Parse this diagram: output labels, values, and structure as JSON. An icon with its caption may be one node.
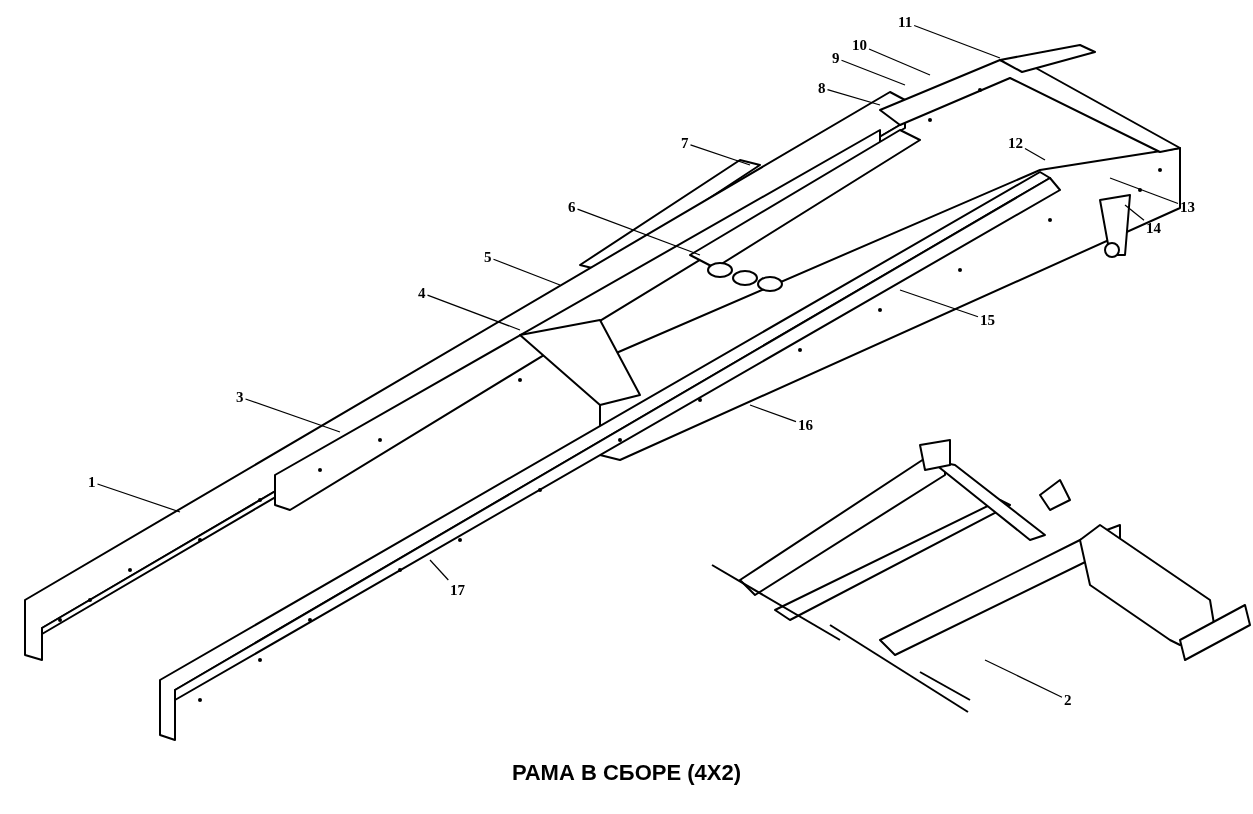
{
  "diagram": {
    "title": "РАМА В СБОРЕ (4X2)",
    "nodes": [
      {
        "text": [
          "1"
        ]
      },
      {
        "text": [
          "2"
        ]
      },
      {
        "text": [
          "3"
        ]
      },
      {
        "text": [
          "4"
        ]
      },
      {
        "text": [
          "5"
        ]
      },
      {
        "text": [
          "6"
        ]
      },
      {
        "text": [
          "7"
        ]
      },
      {
        "text": [
          "8"
        ]
      },
      {
        "text": [
          "9"
        ]
      },
      {
        "text": [
          "10"
        ]
      },
      {
        "text": [
          "11"
        ]
      },
      {
        "text": [
          "12"
        ]
      },
      {
        "text": [
          "13"
        ]
      },
      {
        "text": [
          "14"
        ]
      },
      {
        "text": [
          "15"
        ]
      },
      {
        "text": [
          "16"
        ]
      },
      {
        "text": [
          "17"
        ]
      }
    ],
    "edges": [
      {
        "from": 0,
        "to": null,
        "arrow": "none"
      },
      {
        "from": 1,
        "to": null,
        "arrow": "none"
      },
      {
        "from": 2,
        "to": null,
        "arrow": "none"
      },
      {
        "from": 3,
        "to": null,
        "arrow": "none"
      },
      {
        "from": 4,
        "to": null,
        "arrow": "none"
      },
      {
        "from": 5,
        "to": null,
        "arrow": "none"
      },
      {
        "from": 6,
        "to": null,
        "arrow": "none"
      },
      {
        "from": 7,
        "to": null,
        "arrow": "none"
      },
      {
        "from": 8,
        "to": null,
        "arrow": "none"
      },
      {
        "from": 9,
        "to": null,
        "arrow": "none"
      },
      {
        "from": 10,
        "to": null,
        "arrow": "none"
      },
      {
        "from": 11,
        "to": null,
        "arrow": "none"
      },
      {
        "from": 12,
        "to": null,
        "arrow": "none"
      },
      {
        "from": 13,
        "to": null,
        "arrow": "none"
      },
      {
        "from": 14,
        "to": null,
        "arrow": "none"
      },
      {
        "from": 15,
        "to": null,
        "arrow": "none"
      },
      {
        "from": 16,
        "to": null,
        "arrow": "none"
      }
    ]
  }
}
